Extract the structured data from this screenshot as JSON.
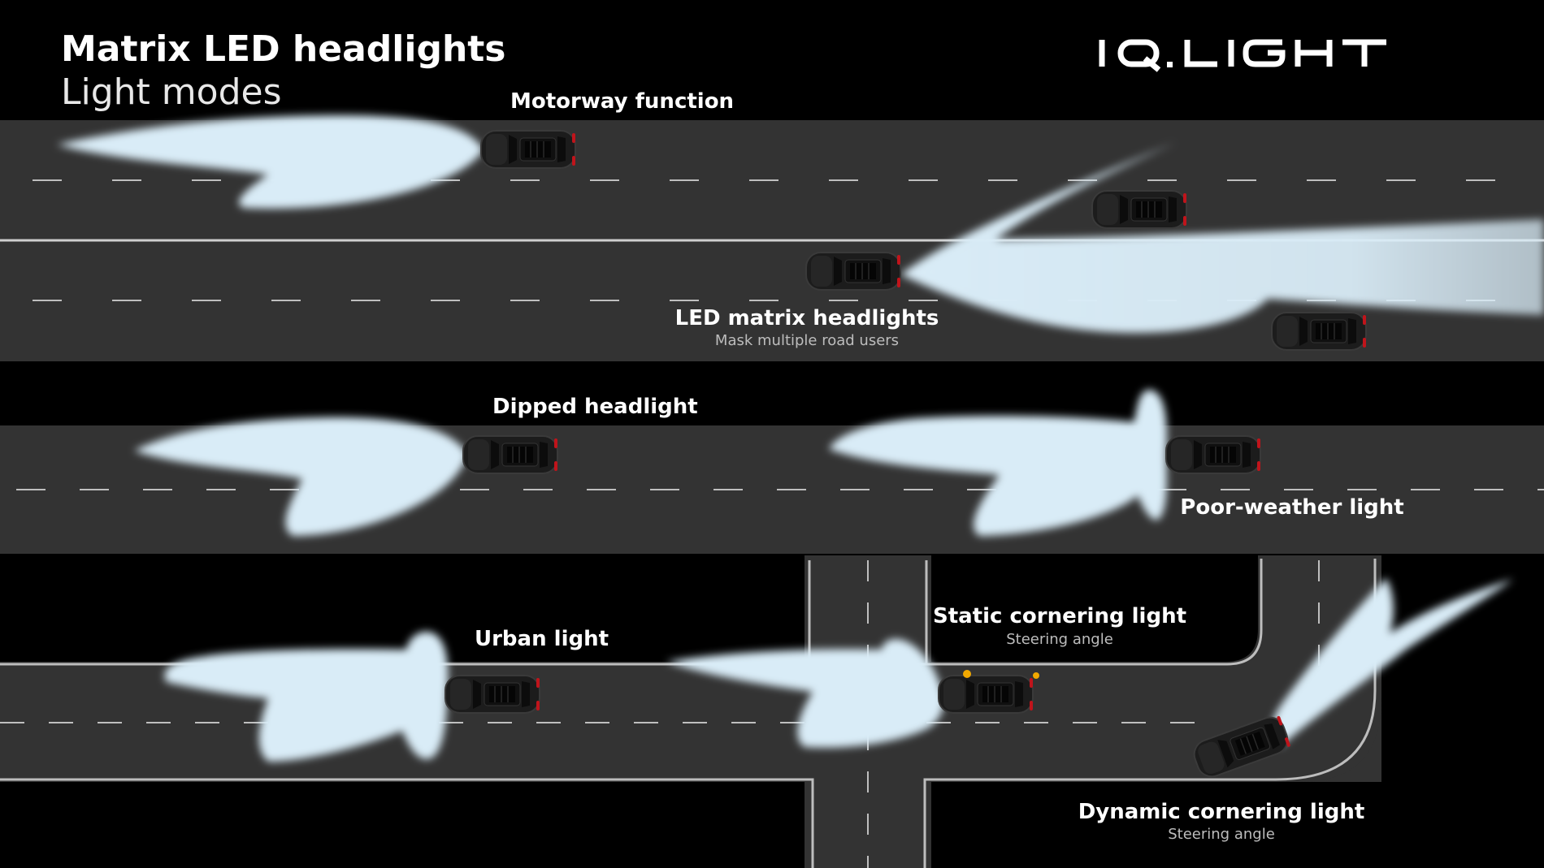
{
  "header": {
    "title": "Matrix LED headlights",
    "subtitle": "Light modes",
    "brand": "IQ.LIGHT"
  },
  "modes": [
    {
      "name": "Motorway function",
      "caption": ""
    },
    {
      "name": "LED matrix headlights",
      "caption": "Mask multiple road users"
    },
    {
      "name": "Dipped headlight",
      "caption": ""
    },
    {
      "name": "Poor-weather light",
      "caption": ""
    },
    {
      "name": "Urban light",
      "caption": ""
    },
    {
      "name": "Static cornering light",
      "caption": "Steering angle"
    },
    {
      "name": "Dynamic cornering light",
      "caption": "Steering angle"
    }
  ],
  "colors": {
    "background": "#000000",
    "road": "#333333",
    "lane_marking": "#bfbfbf",
    "light_beam": "#d9ecf7",
    "car_body": "#1e1e1e",
    "tail_light": "#c0141b",
    "indicator": "#f2a900"
  }
}
